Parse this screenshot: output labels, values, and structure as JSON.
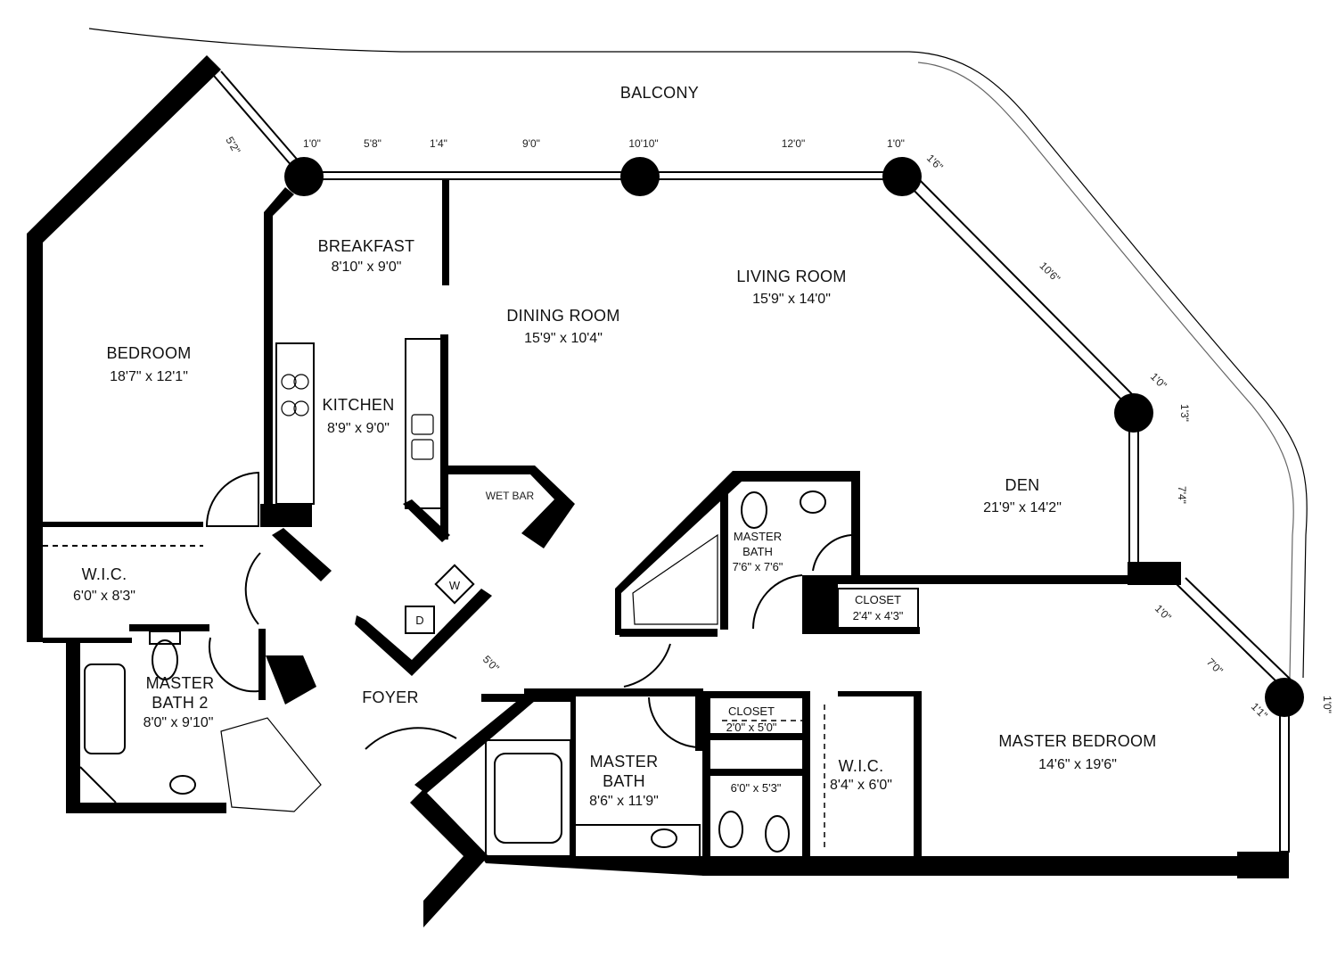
{
  "balcony": {
    "label": "BALCONY"
  },
  "rooms": {
    "breakfast": {
      "name": "BREAKFAST",
      "dims": "8'10\" x 9'0\""
    },
    "dining": {
      "name": "DINING ROOM",
      "dims": "15'9\" x 10'4\""
    },
    "living": {
      "name": "LIVING ROOM",
      "dims": "15'9\" x 14'0\""
    },
    "bedroom": {
      "name": "BEDROOM",
      "dims": "18'7\" x 12'1\""
    },
    "kitchen": {
      "name": "KITCHEN",
      "dims": "8'9\" x 9'0\""
    },
    "den": {
      "name": "DEN",
      "dims": "21'9\" x 14'2\""
    },
    "wic1": {
      "name": "W.I.C.",
      "dims": "6'0\" x 8'3\""
    },
    "master_bath_2": {
      "name": "MASTER",
      "name2": "BATH 2",
      "dims": "8'0\" x 9'10\""
    },
    "foyer": {
      "name": "FOYER"
    },
    "master_bath_sm": {
      "name": "MASTER",
      "name2": "BATH",
      "dims": "7'6\" x 7'6\""
    },
    "closet1": {
      "name": "CLOSET",
      "dims": "2'4\" x 4'3\""
    },
    "master_bath": {
      "name": "MASTER",
      "name2": "BATH",
      "dims": "8'6\" x 11'9\""
    },
    "closet2": {
      "name": "CLOSET",
      "dims": "2'0\" x 5'0\""
    },
    "toilet_room": {
      "dims": "6'0\" x 5'3\""
    },
    "wic2": {
      "name": "W.I.C.",
      "dims": "8'4\" x 6'0\""
    },
    "master_bedroom": {
      "name": "MASTER BEDROOM",
      "dims": "14'6\" x 19'6\""
    },
    "wet_bar": {
      "name": "WET BAR"
    }
  },
  "segments": {
    "s1": "5'2\"",
    "s2": "1'0\"",
    "s3": "5'8\"",
    "s4": "1'4\"",
    "s5": "9'0\"",
    "s6": "10'10\"",
    "s7": "12'0\"",
    "s8": "1'0\"",
    "s9": "1'6\"",
    "s10": "10'6\"",
    "s11": "1'0\"",
    "s12": "1'3\"",
    "s13": "7'4\"",
    "s14": "1'0\"",
    "s15": "7'0\"",
    "s16": "1'1\"",
    "s17": "1'0\"",
    "s18": "5'0\""
  },
  "appliances": {
    "dryer": "D",
    "washer": "W"
  },
  "colors": {
    "wall": "#000000",
    "background": "#ffffff",
    "label": "#111111"
  }
}
